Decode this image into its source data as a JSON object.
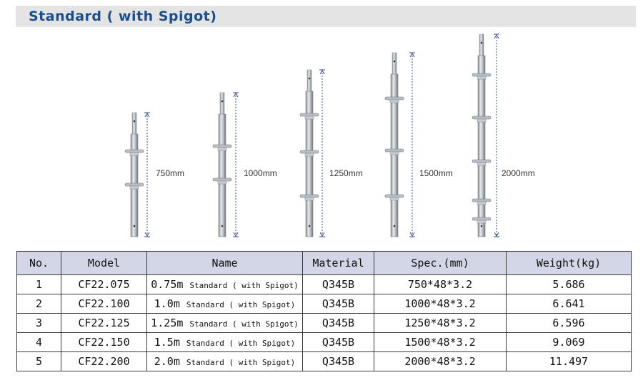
{
  "title": "Standard ( with Spigot)",
  "figure": {
    "standards": [
      {
        "dimension_label": "750mm",
        "ledger_rings": 2
      },
      {
        "dimension_label": "1000mm",
        "ledger_rings": 2
      },
      {
        "dimension_label": "1250mm",
        "ledger_rings": 3
      },
      {
        "dimension_label": "1500mm",
        "ledger_rings": 3
      },
      {
        "dimension_label": "2000mm",
        "ledger_rings": 5
      }
    ]
  },
  "table": {
    "headers": {
      "no": "No.",
      "model": "Model",
      "name": "Name",
      "material": "Material",
      "spec": "Spec.(mm)",
      "weight": "Weight(kg)"
    },
    "rows": [
      {
        "no": "1",
        "model": "CF22.075",
        "name_size": "0.75m",
        "name_rest": "Standard ( with Spigot)",
        "material": "Q345B",
        "spec": "750*48*3.2",
        "weight": "5.686"
      },
      {
        "no": "2",
        "model": "CF22.100",
        "name_size": "1.0m",
        "name_rest": "Standard ( with Spigot)",
        "material": "Q345B",
        "spec": "1000*48*3.2",
        "weight": "6.641"
      },
      {
        "no": "3",
        "model": "CF22.125",
        "name_size": "1.25m",
        "name_rest": "Standard ( with Spigot)",
        "material": "Q345B",
        "spec": "1250*48*3.2",
        "weight": "6.596"
      },
      {
        "no": "4",
        "model": "CF22.150",
        "name_size": "1.5m",
        "name_rest": "Standard ( with Spigot)",
        "material": "Q345B",
        "spec": "1500*48*3.2",
        "weight": "9.069"
      },
      {
        "no": "5",
        "model": "CF22.200",
        "name_size": "2.0m",
        "name_rest": "Standard ( with Spigot)",
        "material": "Q345B",
        "spec": "2000*48*3.2",
        "weight": "11.497"
      }
    ]
  },
  "colors": {
    "title_text": "#1a4f8c",
    "title_bar": "#e4e4e4",
    "header_bg": "#d2d6e6",
    "model_text": "#2b5fa6",
    "dimension_line": "#2b4e8c"
  }
}
